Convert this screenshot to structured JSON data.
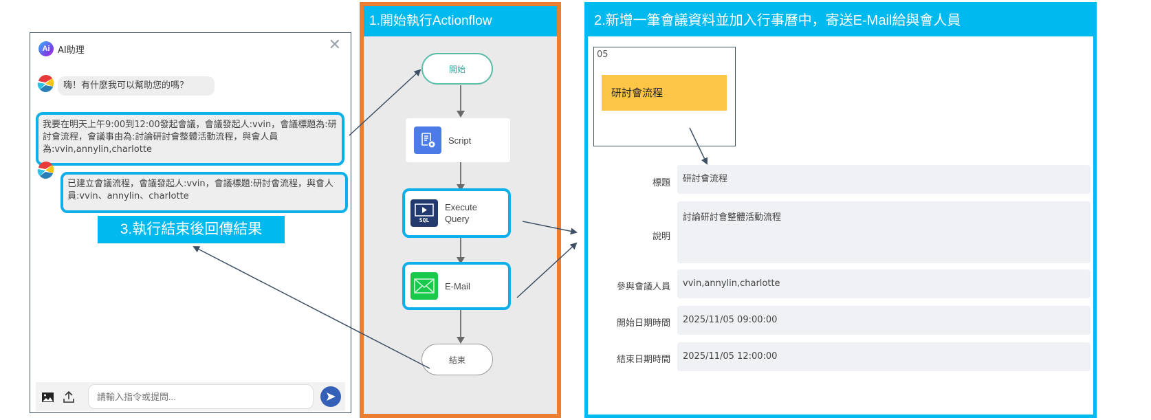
{
  "chat": {
    "title": "AI助理",
    "logo_text": "Ai",
    "close_icon": "close-icon",
    "messages": [
      {
        "role": "bot",
        "text": "嗨！有什麼我可以幫助您的嗎？"
      },
      {
        "role": "user",
        "text": "我要在明天上午9:00到12:00發起會議，會議發起人:vvin，會議標題為:研討會流程，會議事由為:討論研討會整體活動流程，與會人員為:vvin,annylin,charlotte"
      },
      {
        "role": "bot",
        "text": "已建立會議流程，會議發起人:vvin，會議標題:研討會流程，與會人員:vvin、annylin、charlotte"
      }
    ],
    "input_placeholder": "請輸入指令或提問...",
    "input_value": "",
    "icons": [
      "image-icon",
      "upload-icon",
      "send-icon"
    ]
  },
  "callouts": {
    "step1": "1.開始執行Actionflow",
    "step2": "2.新增一筆會議資料並加入行事曆中，寄送E-Mail給與會人員",
    "step3": "3.執行結束後回傳結果"
  },
  "flow": {
    "start_label": "開始",
    "end_label": "結束",
    "nodes": [
      {
        "label": "Script",
        "icon": "script-icon"
      },
      {
        "label_line1": "Execute",
        "label_line2": "Query",
        "icon": "sql-icon"
      },
      {
        "label": "E-Mail",
        "icon": "mail-icon"
      }
    ]
  },
  "calendar": {
    "day": "05",
    "event": "研討會流程"
  },
  "form": {
    "fields": [
      {
        "label": "標題",
        "value": "研討會流程"
      },
      {
        "label": "說明",
        "value": "討論研討會整體活動流程"
      },
      {
        "label": "參與會議人員",
        "value": "vvin,annylin,charlotte"
      },
      {
        "label": "開始日期時間",
        "value": "2025/11/05 09:00:00"
      },
      {
        "label": "結束日期時間",
        "value": "2025/11/05 12:00:00"
      }
    ]
  },
  "colors": {
    "callout_blue": "#00b9ef",
    "flow_border_orange": "#ec7e32",
    "event_yellow": "#fdc646",
    "send_blue": "#3560b8",
    "mail_green": "#19c94b",
    "script_blue": "#4a7be6",
    "sql_navy": "#233a6e"
  }
}
